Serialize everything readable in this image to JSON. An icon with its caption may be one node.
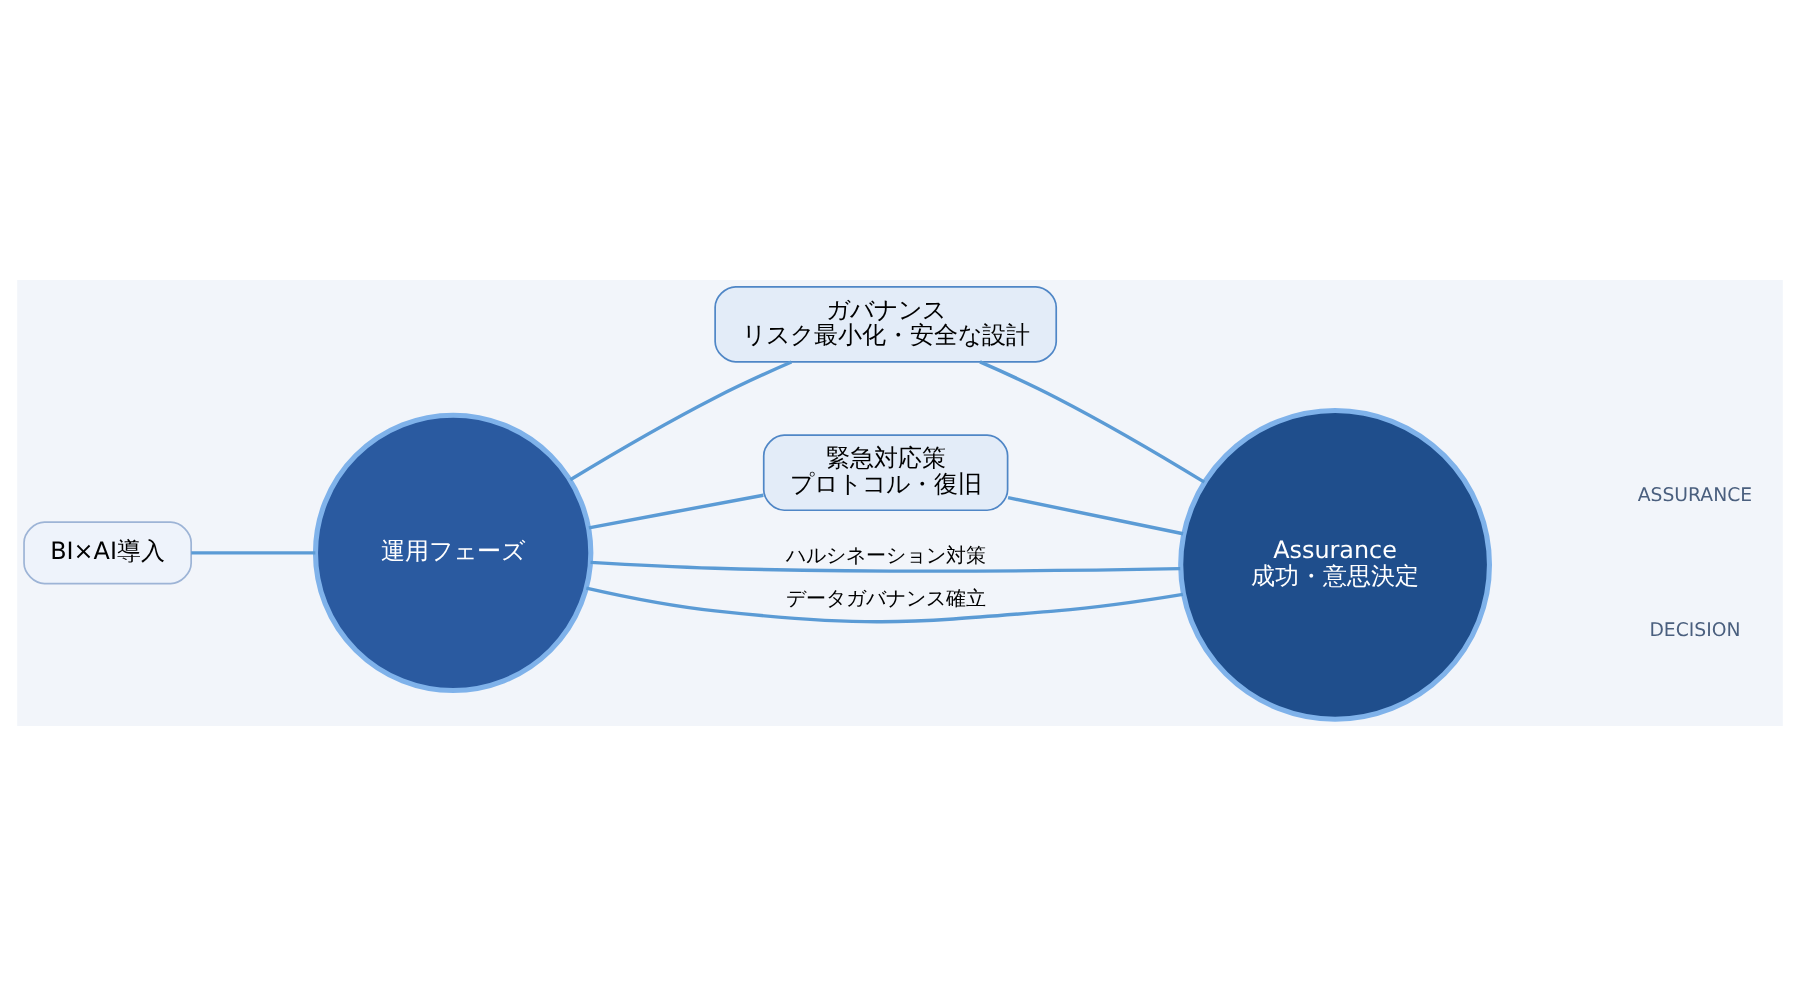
{
  "diagram": {
    "nodes": [
      {
        "text": [
          "BI×AI導入"
        ]
      },
      {
        "text": [
          "運用フェーズ"
        ]
      },
      {
        "text": [
          "ガバナンス",
          "リスク最小化・安全な設計"
        ]
      },
      {
        "text": [
          "緊急対応策",
          "プロトコル・復旧"
        ]
      },
      {
        "text": [
          "Assurance",
          "成功・意思決定"
        ]
      }
    ],
    "edges": [
      {
        "from": 0,
        "to": 1,
        "arrow": "none"
      },
      {
        "from": 1,
        "to": 2,
        "arrow": "none"
      },
      {
        "from": 1,
        "to": 4,
        "arrow": "none",
        "label": "ハルシネーション対策"
      },
      {
        "from": 1,
        "to": 4,
        "arrow": "none",
        "label": "データガバナンス確立"
      },
      {
        "from": 1,
        "to": 3,
        "arrow": "none"
      },
      {
        "from": 2,
        "to": 4,
        "arrow": "none"
      },
      {
        "from": 3,
        "to": 4,
        "arrow": "none"
      }
    ],
    "labels": [
      "ASSURANCE",
      "DECISION"
    ]
  }
}
